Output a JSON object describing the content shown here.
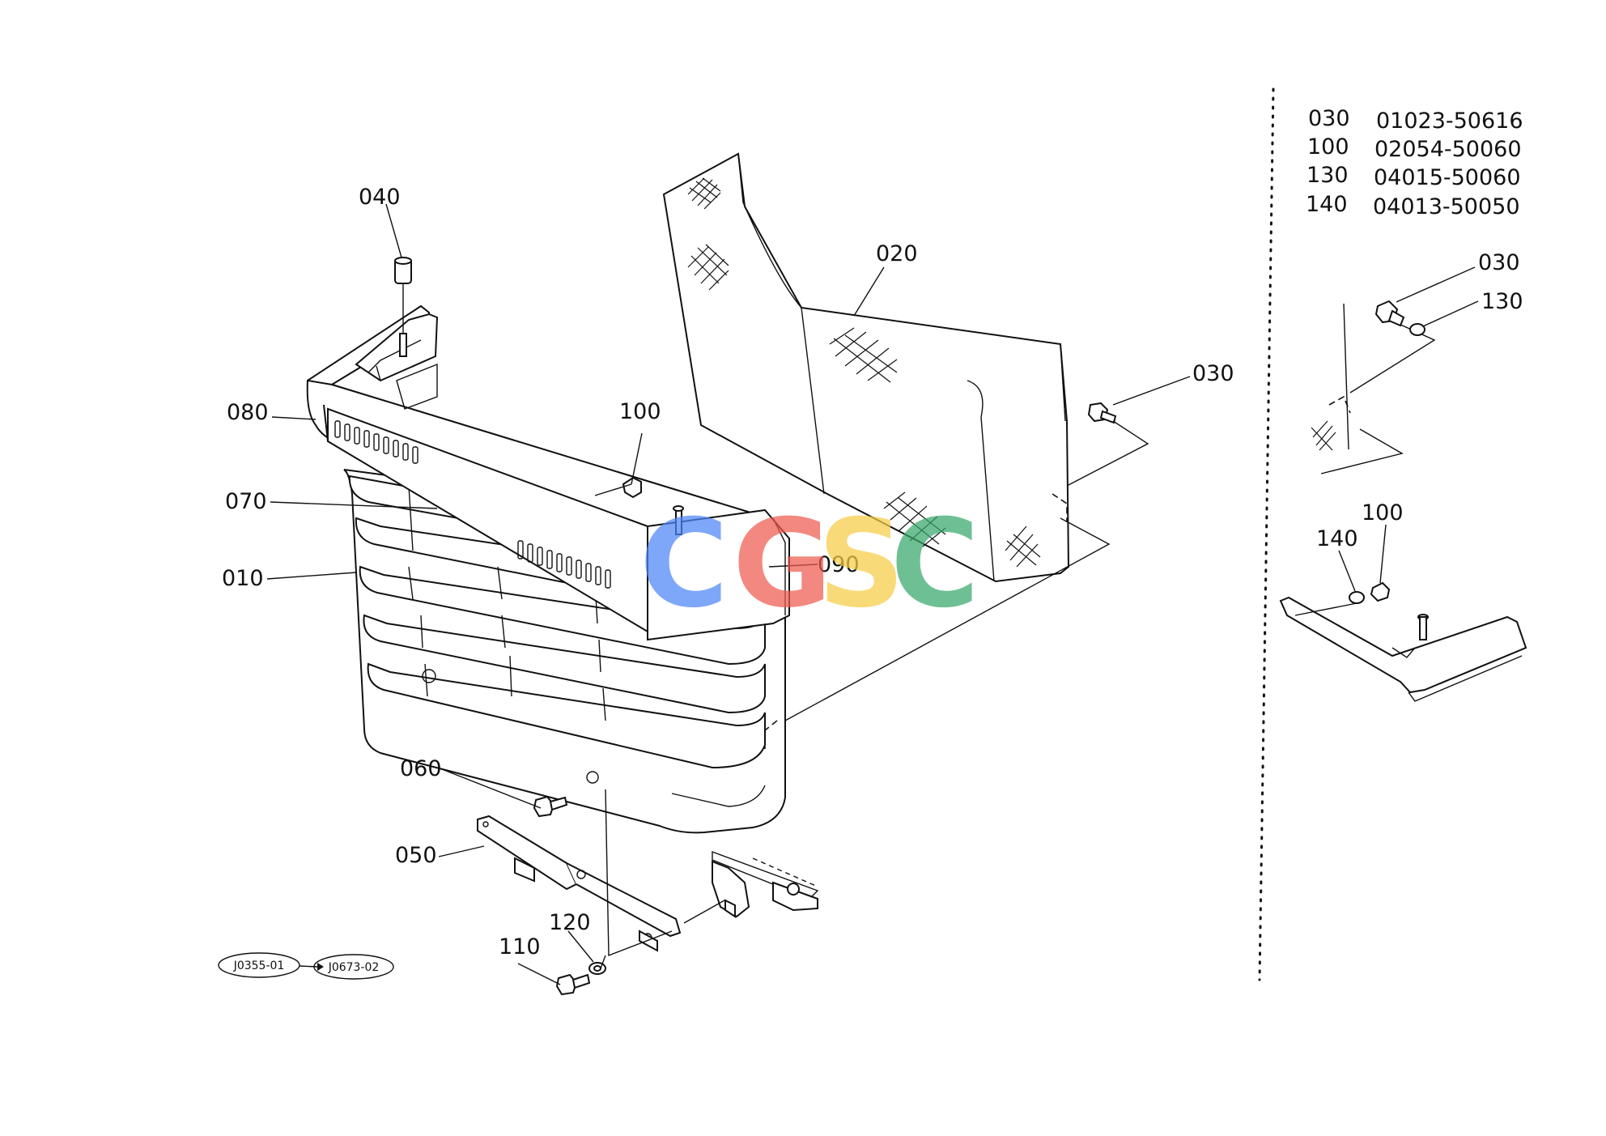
{
  "part_table": [
    {
      "ref": "030",
      "part_no": "01023-50616"
    },
    {
      "ref": "100",
      "part_no": "02054-50060"
    },
    {
      "ref": "130",
      "part_no": "04015-50060"
    },
    {
      "ref": "140",
      "part_no": "04013-50050"
    }
  ],
  "callouts": {
    "c010": "010",
    "c020": "020",
    "c030": "030",
    "c040": "040",
    "c050": "050",
    "c060": "060",
    "c070": "070",
    "c080": "080",
    "c090": "090",
    "c100": "100",
    "c110": "110",
    "c120": "120"
  },
  "detail_callouts": {
    "d030": "030",
    "d130": "130",
    "d100": "100",
    "d140": "140"
  },
  "serial_refs": {
    "from": "J0355-01",
    "to": "J0673-02"
  },
  "watermark": {
    "letters": [
      {
        "char": "C",
        "color": "#4f86f7"
      },
      {
        "char": "G",
        "color": "#ee5b50"
      },
      {
        "char": "S",
        "color": "#f7cd46"
      },
      {
        "char": "C",
        "color": "#37a86b"
      }
    ]
  }
}
